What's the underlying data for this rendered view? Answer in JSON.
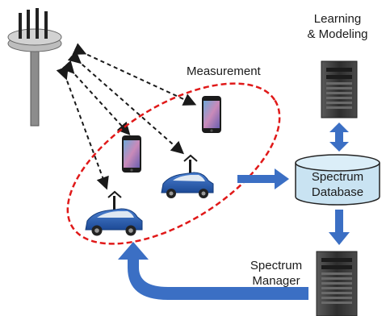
{
  "labels": {
    "learning_line1": "Learning",
    "learning_line2": "& Modeling",
    "measurement": "Measurement",
    "spectrum_db_line1": "Spectrum",
    "spectrum_db_line2": "Database",
    "manager_line1": "Spectrum",
    "manager_line2": "Manager"
  },
  "colors": {
    "flow_arrow": "#3b6fc4",
    "measurement_ellipse": "#e01919",
    "database_fill": "#c9e3f2",
    "server_body": "#3d3d3d",
    "car_body": "#2a5aa8",
    "tower": "#8c8c8c"
  },
  "icons": [
    "cell-tower-icon",
    "smartphone-icon",
    "car-icon",
    "server-icon",
    "database-icon"
  ]
}
